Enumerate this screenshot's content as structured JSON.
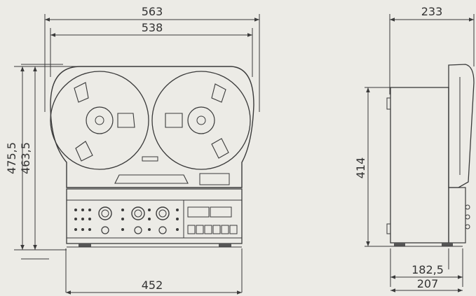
{
  "dimensions": {
    "overall_width": "563",
    "reel_width": "538",
    "overall_height": "475,5",
    "reel_height": "463,5",
    "base_width": "452",
    "side_depth": "233",
    "side_height": "414",
    "side_base_depth": "182,5",
    "side_foot_depth": "207"
  },
  "colors": {
    "background": "#ecebe6",
    "line": "#3a3a3a"
  }
}
